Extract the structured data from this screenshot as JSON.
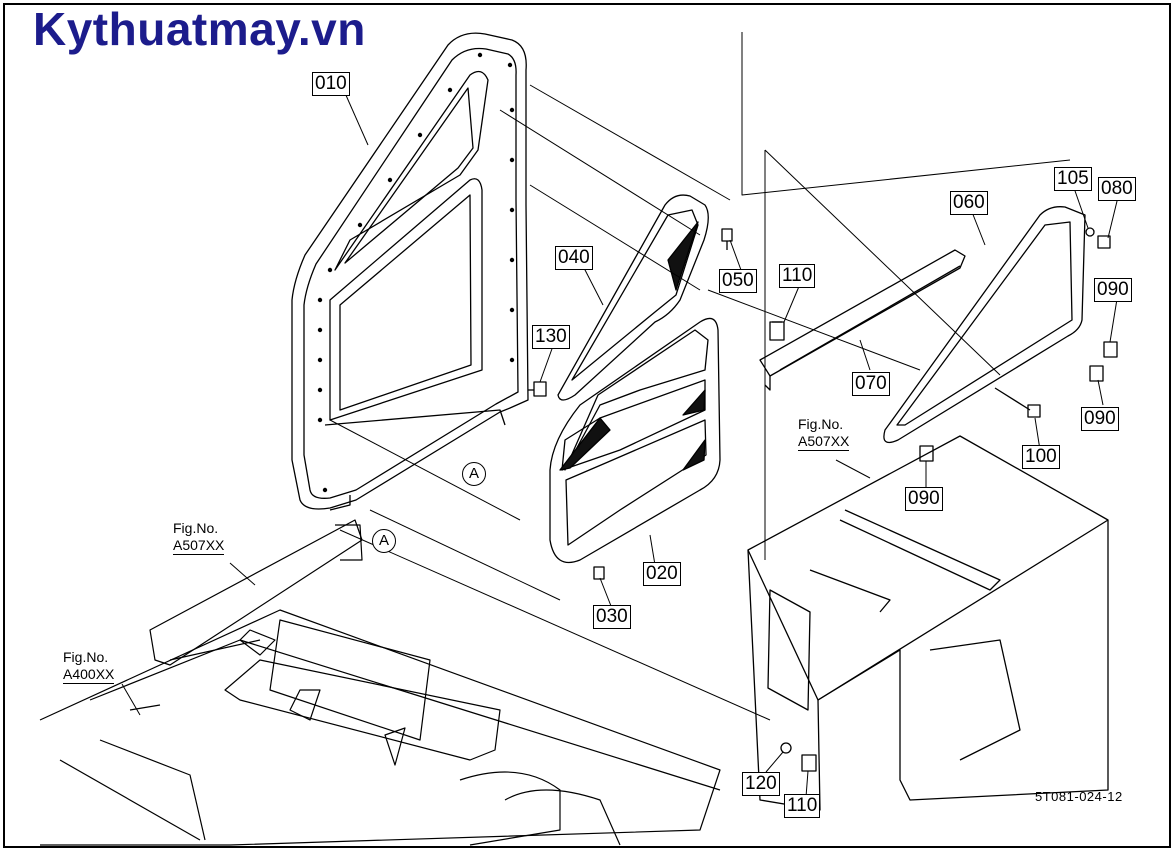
{
  "brand": "Kythuatmay.vn",
  "doc_id": "5T081-024-12",
  "callouts": {
    "p010": "010",
    "p040": "040",
    "p050": "050",
    "p130": "130",
    "p020": "020",
    "p030": "030",
    "p110a": "110",
    "p070": "070",
    "p060": "060",
    "p105": "105",
    "p080": "080",
    "p090a": "090",
    "p090b": "090",
    "p100": "100",
    "p090c": "090",
    "p120": "120",
    "p110b": "110"
  },
  "fig_refs": {
    "r1": {
      "label": "Fig.No.",
      "num": "A507XX"
    },
    "r2": {
      "label": "Fig.No.",
      "num": "A507XX"
    },
    "r3": {
      "label": "Fig.No.",
      "num": "A400XX"
    }
  },
  "ref_marks": {
    "a1": "A",
    "a2": "A"
  },
  "colors": {
    "brand": "#1c1c8c",
    "line": "#000000"
  }
}
